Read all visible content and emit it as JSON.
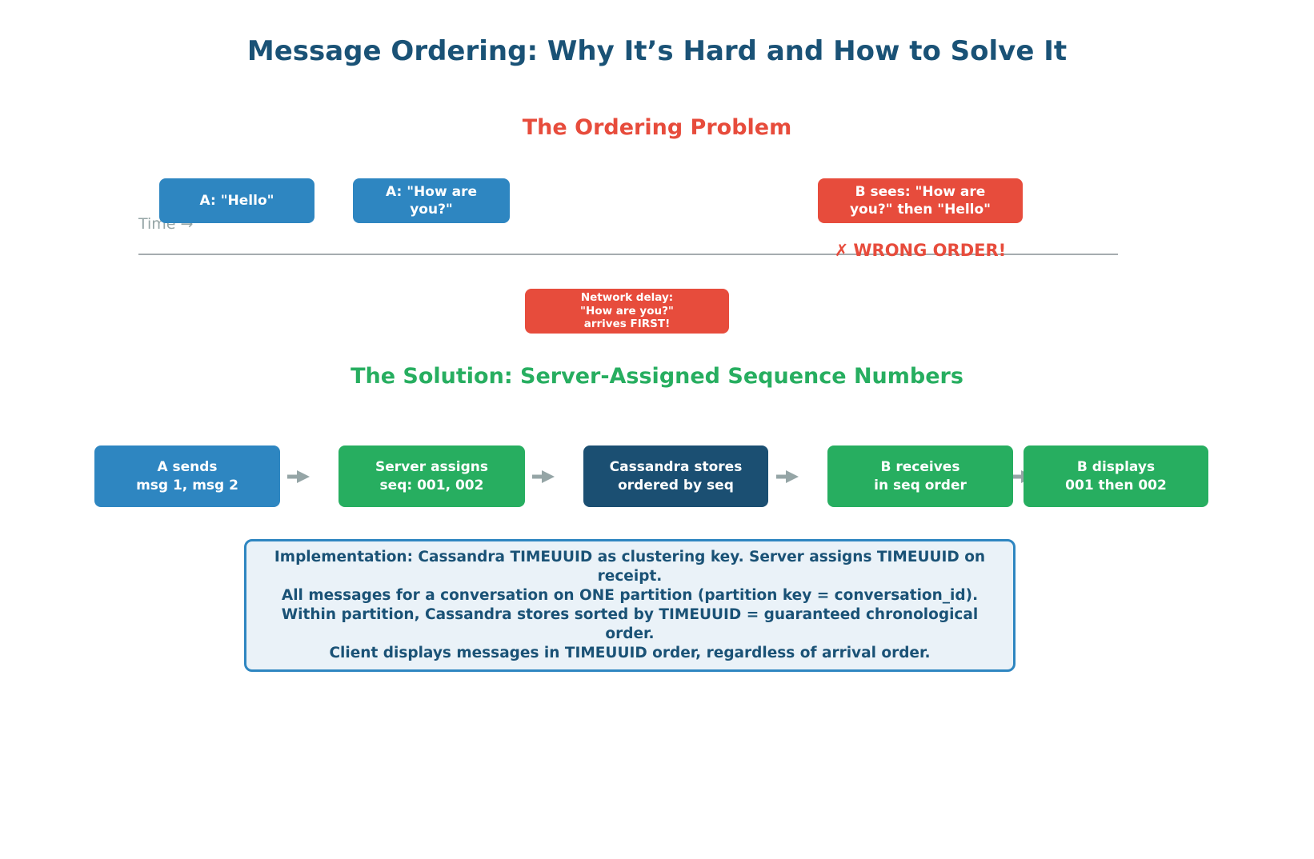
{
  "title": "Message Ordering: Why It’s Hard and How to Solve It",
  "colors": {
    "title_text": "#1a5276",
    "problem_heading": "#e74c3c",
    "solution_heading": "#27ae60",
    "blue_box": "#2e86c1",
    "green_box": "#27ae60",
    "dark_box": "#1b4f72",
    "red_box": "#e74c3c",
    "gray": "#95a5a6",
    "impl_background": "#eaf2f8",
    "impl_border": "#2e86c1"
  },
  "problem": {
    "heading": "The Ordering Problem",
    "timeline_label": "Time →",
    "sent_messages": [
      {
        "label": "A: \"Hello\""
      },
      {
        "label": "A: \"How are\nyou?\""
      }
    ],
    "received_message": {
      "label": "B sees: \"How are\nyou?\" then \"Hello\""
    },
    "error": {
      "icon": "✗",
      "label": "WRONG ORDER!"
    },
    "delay_note": "Network delay:\n\"How are you?\"\narrives FIRST!"
  },
  "solution": {
    "heading": "The Solution: Server-Assigned Sequence Numbers",
    "steps": [
      {
        "label": "A sends\nmsg 1, msg 2",
        "color": "#2e86c1"
      },
      {
        "label": "Server assigns\nseq: 001, 002",
        "color": "#27ae60"
      },
      {
        "label": "Cassandra stores\nordered by seq",
        "color": "#1b4f72"
      },
      {
        "label": "B receives\nin seq order",
        "color": "#27ae60"
      },
      {
        "label": "B displays\n001 then 002",
        "color": "#27ae60"
      }
    ],
    "implementation": {
      "lines": [
        "Implementation: Cassandra TIMEUUID as clustering key. Server assigns TIMEUUID on receipt.",
        "All messages for a conversation on ONE partition (partition key = conversation_id).",
        "Within partition, Cassandra stores sorted by TIMEUUID = guaranteed chronological order.",
        "Client displays messages in TIMEUUID order, regardless of arrival order."
      ]
    }
  }
}
